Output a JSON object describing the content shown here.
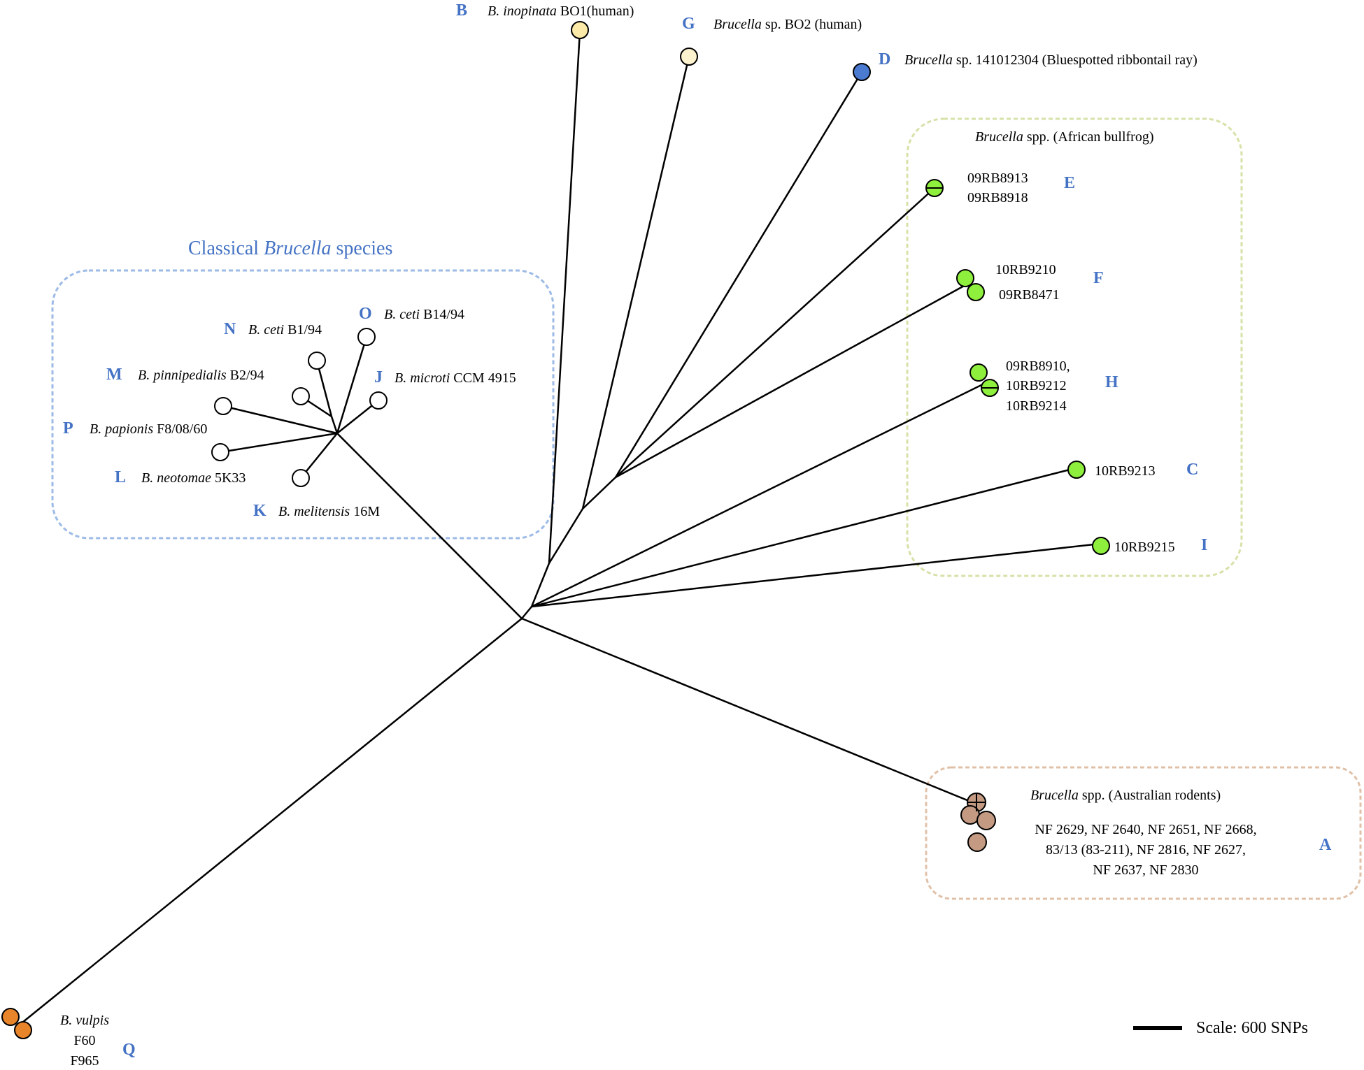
{
  "colors": {
    "letter": "#4472c4",
    "white": "#ffffff",
    "yellow": "#fbeaa8",
    "cream": "#fdf3cf",
    "blue": "#4a7bd1",
    "green": "#8ef03d",
    "brown": "#c49a82",
    "orange": "#e8852a",
    "box_blue": "#9dbbe6",
    "box_green": "#d6e2a8",
    "box_brown": "#e0c1a8"
  },
  "groups": {
    "classical": {
      "title_pre": "Classical ",
      "title_italic": "Brucella",
      "title_post": " species"
    },
    "bullfrog": {
      "title_italic": "Brucella",
      "title_post": " spp. (African bullfrog)"
    },
    "rodents": {
      "title_italic": "Brucella",
      "title_post": " spp. (Australian rodents)"
    }
  },
  "taxa": {
    "B": {
      "letter": "B",
      "italic": "B. inopinata",
      "rest": " BO1(human)"
    },
    "G": {
      "letter": "G",
      "italic": "Brucella",
      "rest": " sp. BO2 (human)"
    },
    "D": {
      "letter": "D",
      "italic": "Brucella",
      "rest": " sp. 141012304 (Bluespotted ribbontail ray)"
    },
    "N": {
      "letter": "N",
      "italic": "B. ceti",
      "rest": " B1/94"
    },
    "O": {
      "letter": "O",
      "italic": "B. ceti",
      "rest": " B14/94"
    },
    "M": {
      "letter": "M",
      "italic": "B. pinnipedialis",
      "rest": " B2/94"
    },
    "J": {
      "letter": "J",
      "italic": "B. microti",
      "rest": " CCM 4915"
    },
    "P": {
      "letter": "P",
      "italic": "B. papionis",
      "rest": " F8/08/60"
    },
    "L": {
      "letter": "L",
      "italic": "B. neotomae",
      "rest": " 5K33"
    },
    "K": {
      "letter": "K",
      "italic": "B. melitensis",
      "rest": " 16M"
    },
    "E": {
      "letter": "E",
      "lines": [
        "09RB8913",
        "09RB8918"
      ]
    },
    "F": {
      "letter": "F",
      "lines": [
        "10RB9210",
        "09RB8471"
      ]
    },
    "H": {
      "letter": "H",
      "lines": [
        "09RB8910,",
        "10RB9212",
        "10RB9214"
      ]
    },
    "C": {
      "letter": "C",
      "lines": [
        "10RB9213"
      ]
    },
    "I": {
      "letter": "I",
      "lines": [
        "10RB9215"
      ]
    },
    "A": {
      "letter": "A",
      "lines": [
        "NF 2629, NF 2640, NF 2651, NF 2668,",
        "83/13 (83-211), NF 2816, NF 2627,",
        "NF 2637, NF 2830"
      ]
    },
    "Q": {
      "letter": "Q",
      "italic": "B. vulpis",
      "lines": [
        "F60",
        "F965"
      ]
    }
  },
  "scale": {
    "label": "Scale: 600 SNPs"
  }
}
